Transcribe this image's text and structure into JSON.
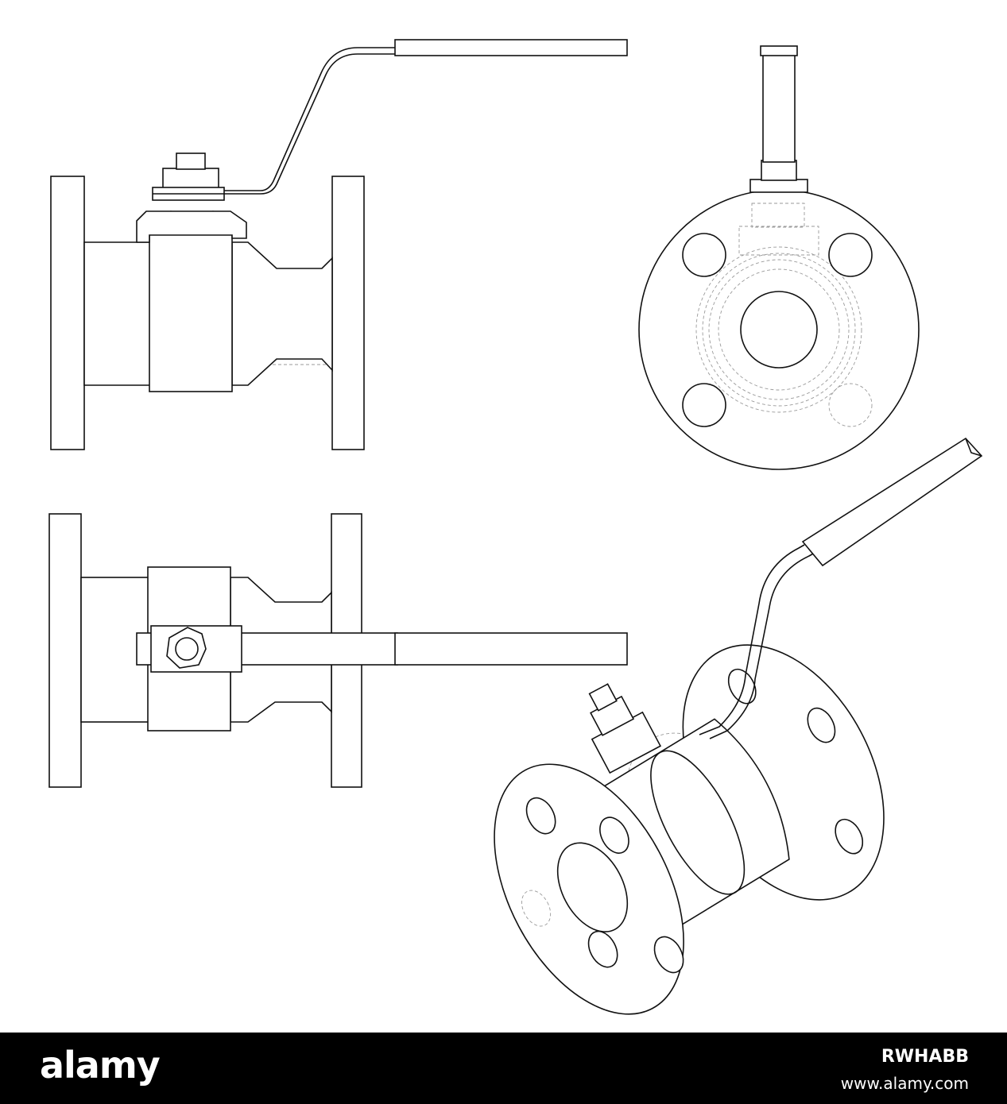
{
  "footer": {
    "logo": "alamy",
    "image_code": "RWHABB",
    "url": "www.alamy.com",
    "background": "#000000",
    "text_color": "#ffffff"
  },
  "views": [
    "side-view",
    "front-view",
    "top-view",
    "isometric-view"
  ]
}
